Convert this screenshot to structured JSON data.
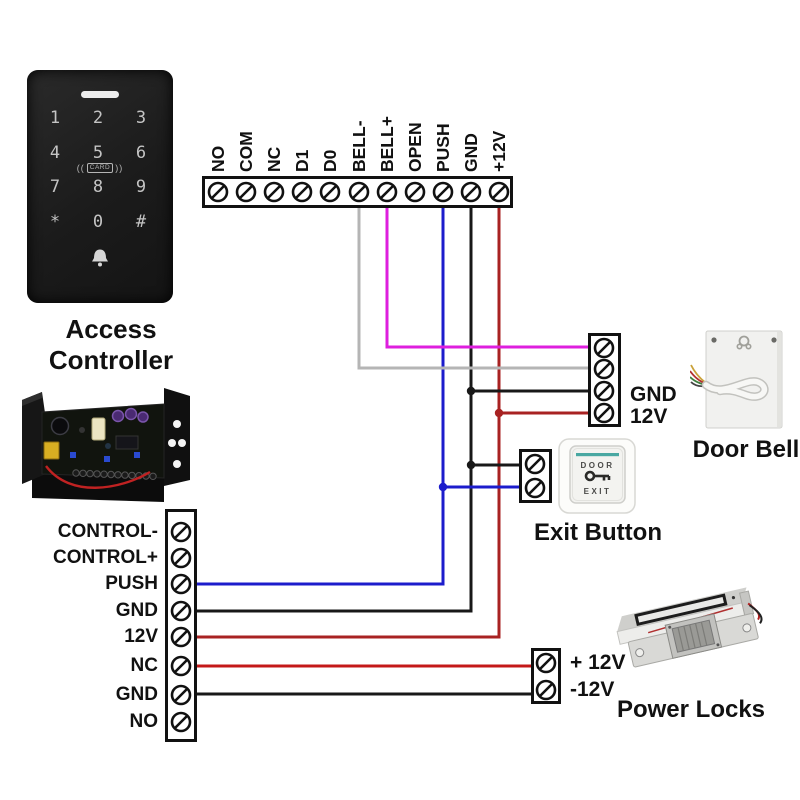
{
  "top_strip": {
    "labels": [
      "NO",
      "COM",
      "NC",
      "D1",
      "D0",
      "BELL-",
      "BELL+",
      "OPEN",
      "PUSH",
      "GND",
      "+12V"
    ]
  },
  "bottom_strip": {
    "labels": [
      "CONTROL-",
      "CONTROL+",
      "PUSH",
      "GND",
      "12V",
      "NC",
      "GND",
      "NO"
    ]
  },
  "access_controller": {
    "caption": "Access Controller",
    "keys": [
      "1",
      "2",
      "3",
      "4",
      "5",
      "6",
      "7",
      "8",
      "9",
      "*",
      "0",
      "#"
    ],
    "card_wrap_left": "((",
    "card_label": "CARD",
    "card_wrap_right": "))"
  },
  "door_bell": {
    "caption": "Door Bell",
    "labels": [
      "GND",
      "12V"
    ]
  },
  "exit_button": {
    "caption": "Exit Button",
    "door_text": "DOOR",
    "exit_text": "EXIT"
  },
  "power_locks": {
    "caption": "Power Locks",
    "labels": [
      "+ 12V",
      "-12V"
    ]
  },
  "wire_colors": {
    "gray": "#b5b5b5",
    "magenta": "#de1fde",
    "blue": "#1c1ccc",
    "black": "#181818",
    "red": "#c41818",
    "dark_red": "#a82222"
  }
}
